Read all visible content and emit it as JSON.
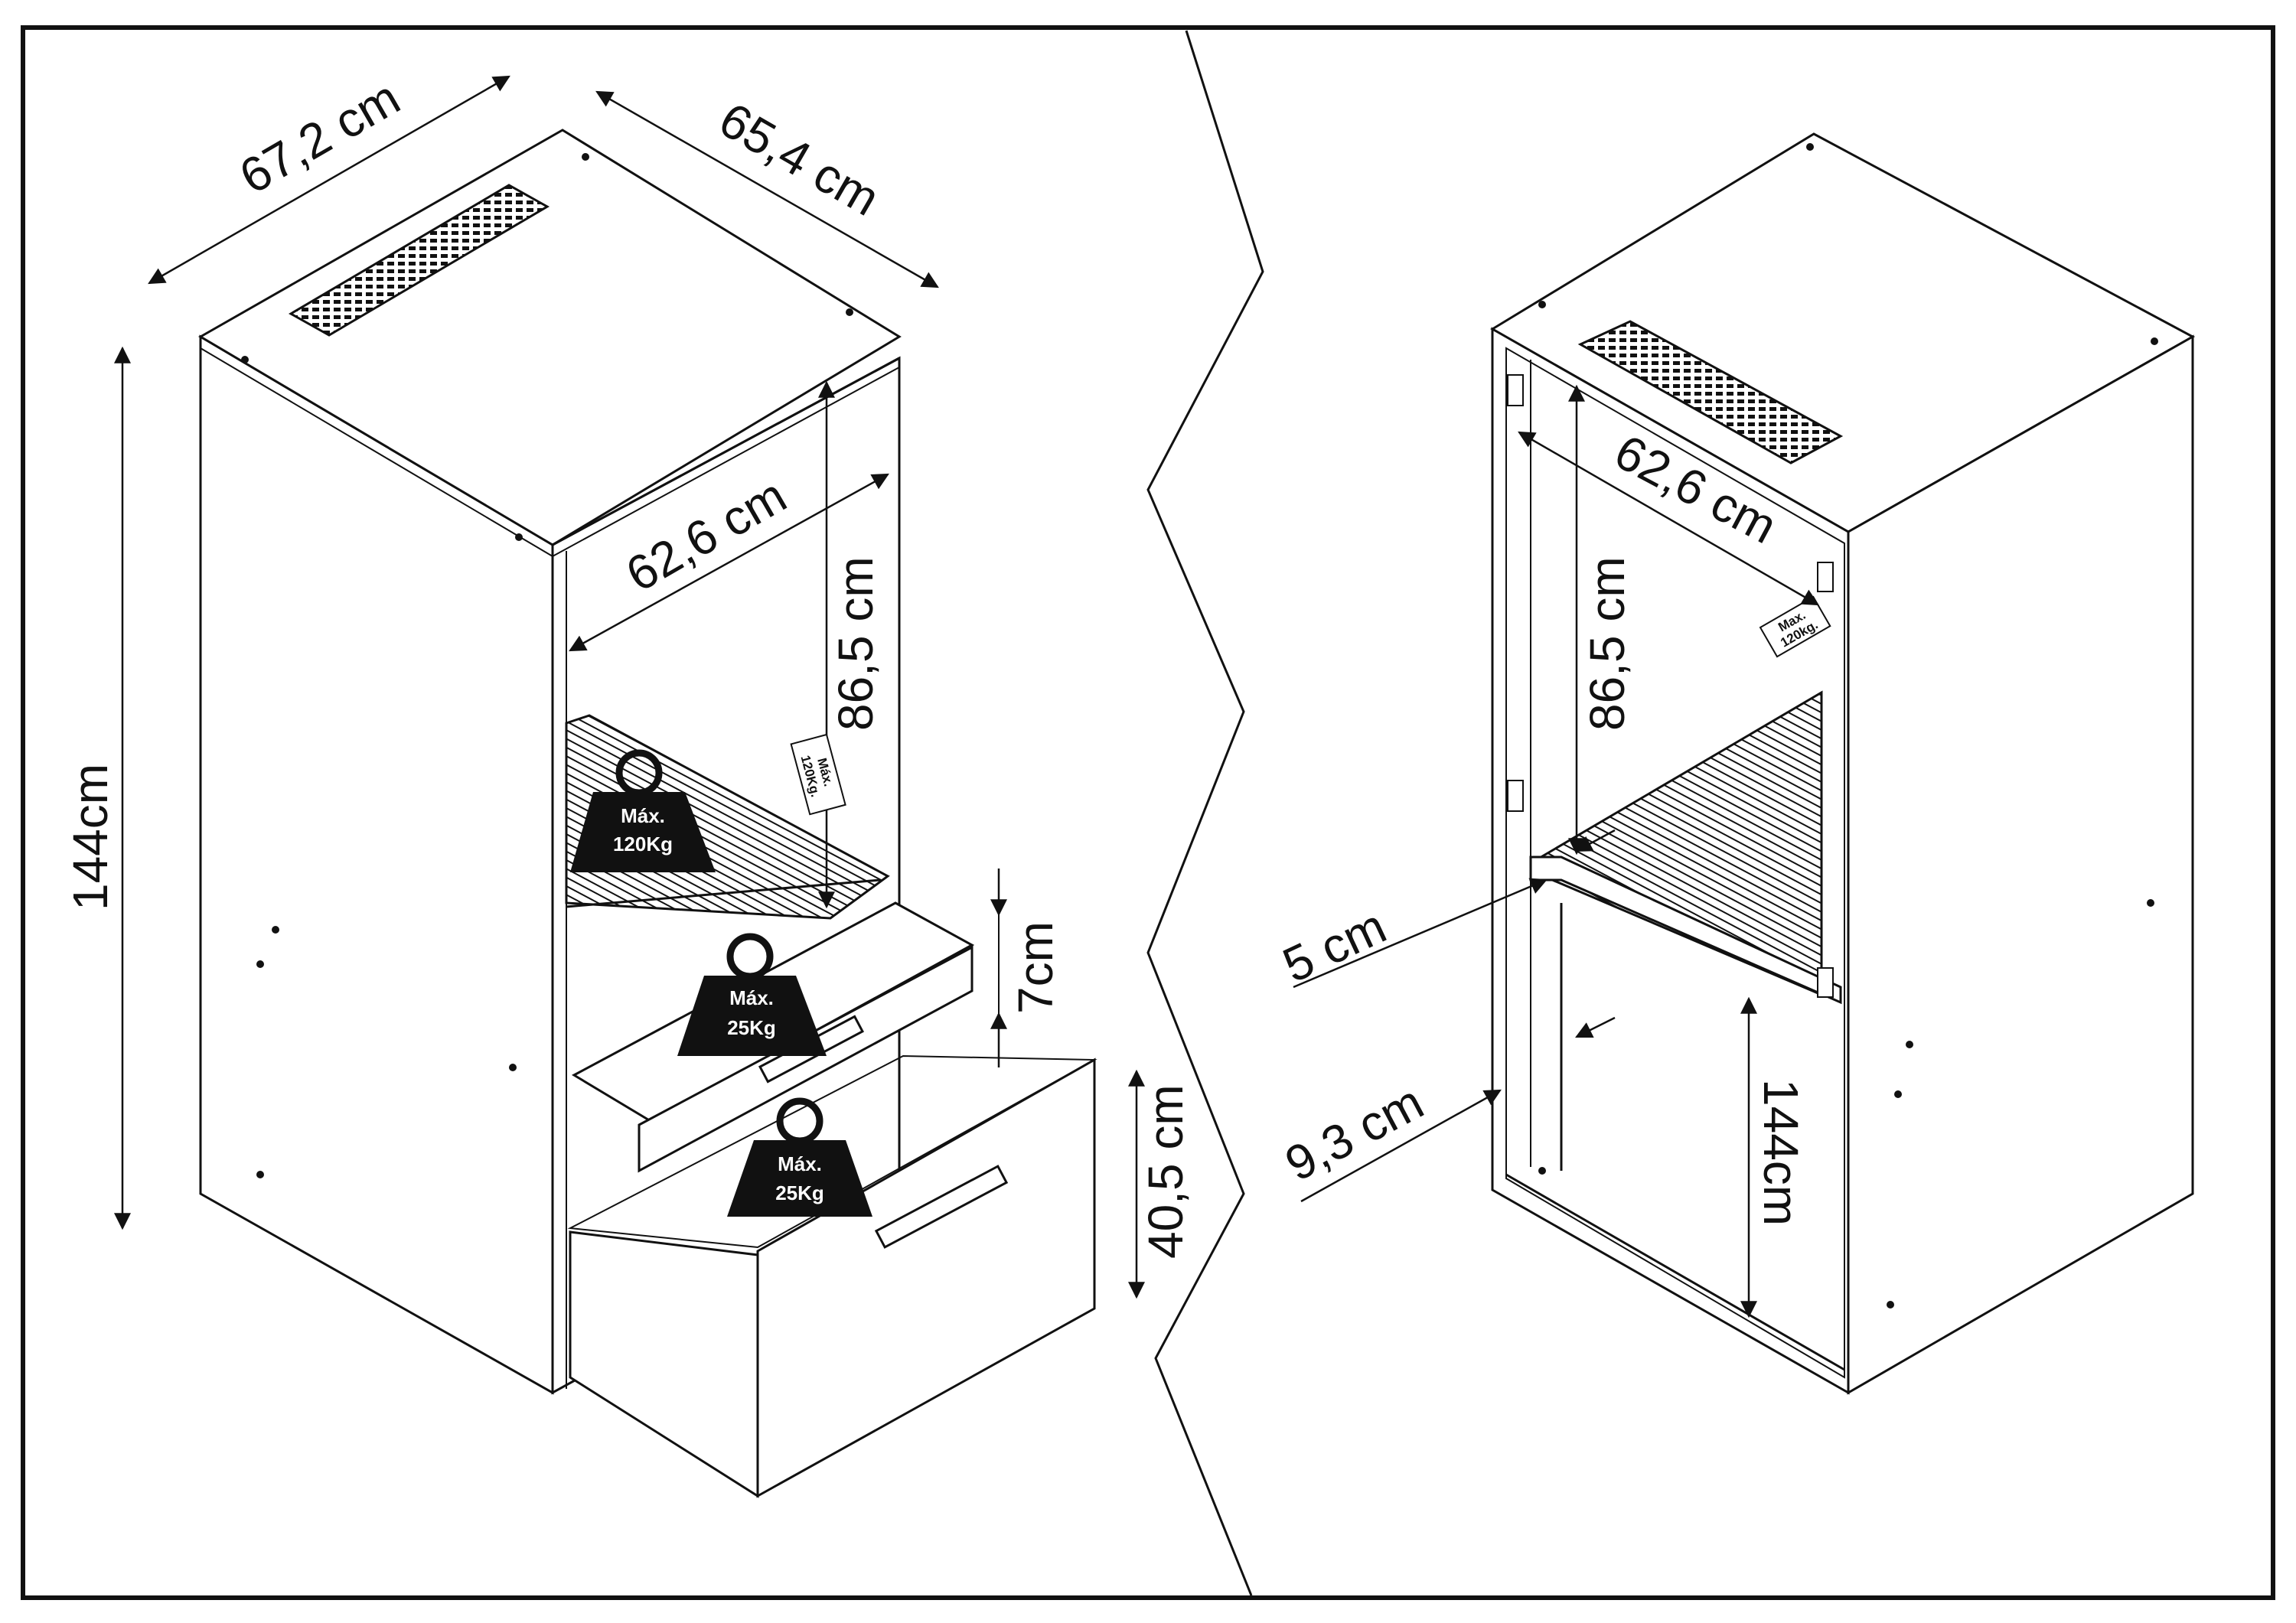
{
  "left_view": {
    "dims": {
      "width": "67,2 cm",
      "depth": "65,4 cm",
      "inner_width": "62,6 cm",
      "upper_height": "86,5 cm",
      "total_height": "144cm",
      "drawer_height": "7cm",
      "lower_height": "40,5 cm"
    },
    "weights": {
      "shelf": {
        "line1": "Máx.",
        "line2": "120Kg"
      },
      "tray": {
        "line1": "Máx.",
        "line2": "25Kg"
      },
      "drawer": {
        "line1": "Máx.",
        "line2": "25Kg"
      }
    },
    "label_sticker": {
      "line1": "Máx.",
      "line2": "120Kg."
    }
  },
  "right_view": {
    "dims": {
      "inner_width": "62,6 cm",
      "upper_height": "86,5 cm",
      "shelf_thickness": "5 cm",
      "offset": "9,3 cm",
      "lower_height": "144cm"
    },
    "label_sticker": {
      "line1": "Max.",
      "line2": "120kg."
    }
  },
  "colors": {
    "line": "#111111",
    "background": "#ffffff",
    "weight_fill": "#111111"
  }
}
